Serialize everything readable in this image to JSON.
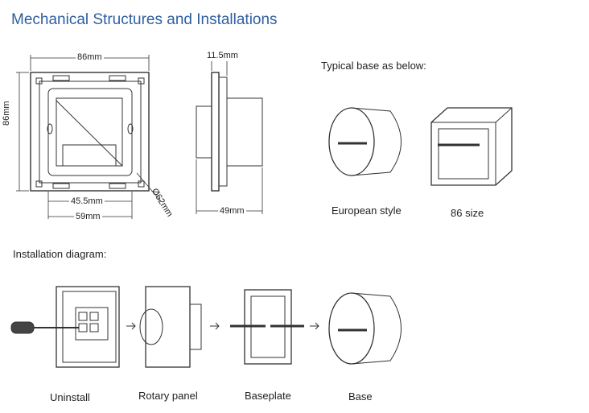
{
  "title": "Mechanical Structures and Installations",
  "dimensions": {
    "width": "86mm",
    "height": "86mm",
    "depth": "11.5mm",
    "inner": "45.5mm",
    "mount": "59mm",
    "side_depth": "49mm",
    "diameter": "Ø62mm"
  },
  "typical_base": {
    "heading": "Typical base as below:",
    "items": [
      "European style",
      "86 size"
    ]
  },
  "installation": {
    "heading": "Installation diagram:",
    "steps": [
      "Uninstall",
      "Rotary panel",
      "Baseplate",
      "Base"
    ]
  }
}
